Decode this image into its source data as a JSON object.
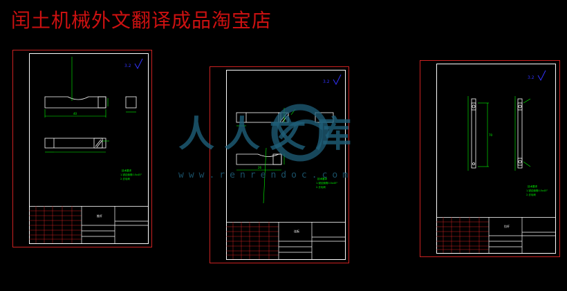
{
  "header": {
    "shop_title": "闰土机械外文翻译成品淘宝店"
  },
  "watermark": {
    "brand": "人人文库",
    "url": "www.renrendoc.com"
  },
  "colors": {
    "background": "#000000",
    "title": "#cc1111",
    "frame": "#cc2222",
    "border": "#ffffff",
    "part": "#ffffff",
    "dimension": "#00ff00",
    "note": "#00ff00",
    "grid": "#cc2222",
    "roughness": "#3333ff"
  },
  "drawings": [
    {
      "id": "sheet-1",
      "roughness": "3.2",
      "notes": [
        "技术要求",
        "1.锐边倒角0.5x45°",
        "2.去毛刺"
      ],
      "overall_dim": "40",
      "part_label": "推杆"
    },
    {
      "id": "sheet-2",
      "roughness": "3.2",
      "notes": [
        "技术要求",
        "1.锐边倒角0.5x45°",
        "2.去毛刺"
      ],
      "overall_dim": "26",
      "part_label": "连板"
    },
    {
      "id": "sheet-3",
      "roughness": "3.2",
      "notes": [
        "技术要求",
        "1.锐边倒角0.5x45°",
        "2.去毛刺"
      ],
      "overall_dim": "70",
      "part_label": "拉杆"
    }
  ]
}
